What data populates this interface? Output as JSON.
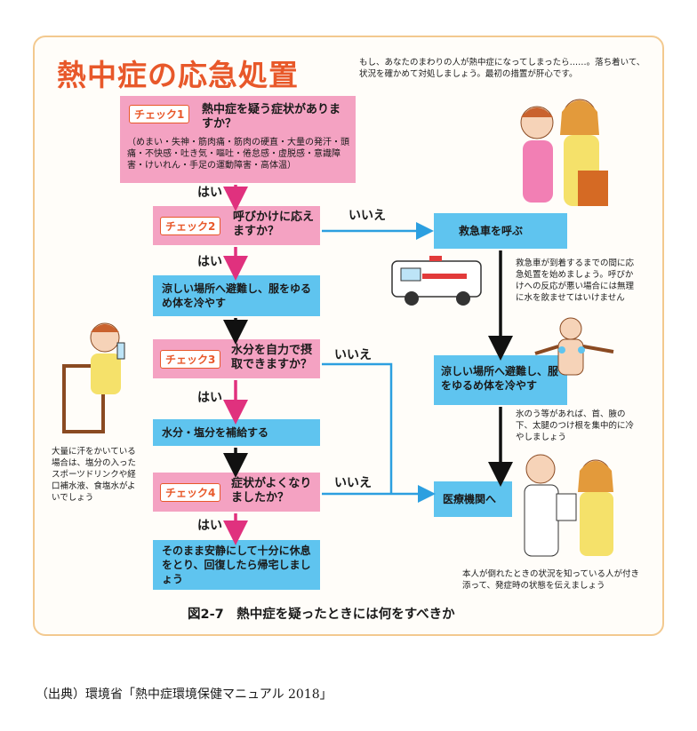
{
  "title": "熱中症の応急処置",
  "intro": "もし、あなたのまわりの人が熱中症になってしまったら……。落ち着いて、状況を確かめて対処しましょう。最初の措置が肝心です。",
  "check1": {
    "badge": "チェック1",
    "question": "熱中症を疑う症状がありますか？",
    "symptoms": "（めまい・失神・筋肉痛・筋肉の硬直・大量の発汗・頭痛・不快感・吐き気・嘔吐・倦怠感・虚脱感・意識障害・けいれん・手足の運動障害・高体温）"
  },
  "check2": {
    "badge": "チェック2",
    "question": "呼びかけに応えますか？"
  },
  "check3": {
    "badge": "チェック3",
    "question": "水分を自力で摂取できますか？"
  },
  "check4": {
    "badge": "チェック4",
    "question": "症状がよくなりましたか？"
  },
  "actions": {
    "cool_left": "涼しい場所へ避難し、服をゆるめ体を冷やす",
    "water": "水分・塩分を補給する",
    "rest": "そのまま安静にして十分に休息をとり、回復したら帰宅しましょう",
    "ambulance": "救急車を呼ぶ",
    "cool_right": "涼しい場所へ避難し、服をゆるめ体を冷やす",
    "hospital": "医療機関へ"
  },
  "labels": {
    "yes": "はい",
    "no": "いいえ"
  },
  "notes": {
    "ambulance": "救急車が到着するまでの間に応急処置を始めましょう。呼びかけへの反応が悪い場合には無理に水を飲ませてはいけません",
    "ice": "氷のう等があれば、首、腋の下、太腿のつけ根を集中的に冷やしましょう",
    "drink": "大量に汗をかいている場合は、塩分の入ったスポーツドリンクや経口補水液、食塩水がよいでしょう",
    "hospital": "本人が倒れたときの状況を知っている人が付き添って、発症時の状態を伝えましょう"
  },
  "caption": "図2-7　熱中症を疑ったときには何をすべきか",
  "source": "（出典）環境省「熱中症環境保健マニュアル 2018」",
  "colors": {
    "accent": "#e8582a",
    "pink": "#f4a2c2",
    "blue": "#5fc4ef",
    "arrow_pink": "#e0317e",
    "arrow_blue": "#2c9fe0",
    "frame": "#f3c98f"
  }
}
